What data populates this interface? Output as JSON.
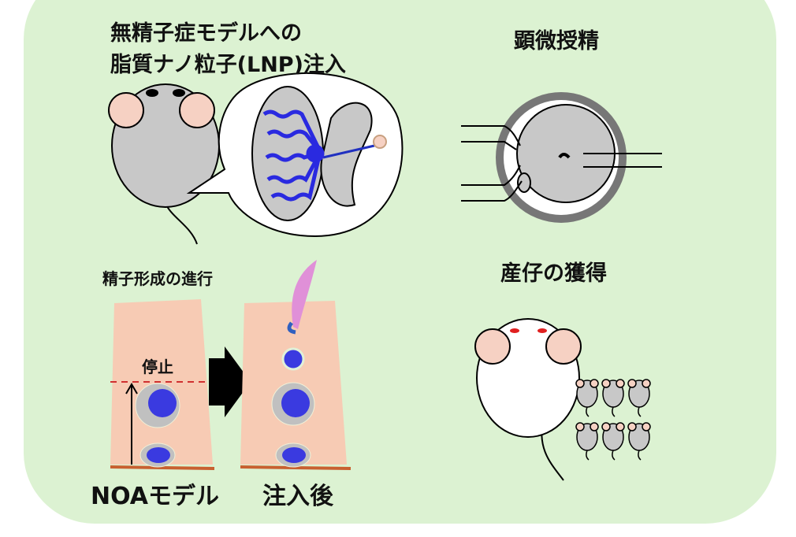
{
  "labels": {
    "injection_line1": "無精子症モデルへの",
    "injection_line2": "脂質ナノ粒子(LNP)注入",
    "icsi": "顕微授精",
    "progression": "精子形成の進行",
    "arrest": "停止",
    "offspring": "産仔の獲得",
    "noa_model": "NOAモデル",
    "after_injection": "注入後"
  },
  "colors": {
    "background": "#dcf2d2",
    "tubule": "#f7cbb4",
    "nucleus": "#3a3ae0",
    "mouse_gray": "#c8c8c8",
    "ear": "#f6d1c3",
    "stop_line": "#d03030"
  }
}
